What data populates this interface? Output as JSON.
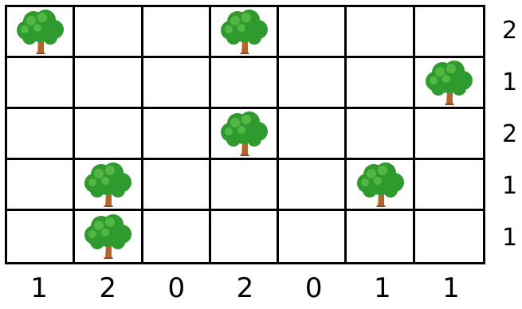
{
  "board": {
    "rows": 5,
    "cols": 7,
    "trees": [
      [
        0,
        0
      ],
      [
        0,
        3
      ],
      [
        1,
        6
      ],
      [
        2,
        3
      ],
      [
        3,
        1
      ],
      [
        3,
        5
      ],
      [
        4,
        1
      ]
    ]
  },
  "row_clues": [
    "2",
    "1",
    "2",
    "1",
    "1"
  ],
  "col_clues": [
    "1",
    "2",
    "0",
    "2",
    "0",
    "1",
    "1"
  ],
  "colors": {
    "grid": "#000000",
    "foliage": "#2f9a2e",
    "foliage_light": "#5fc24a",
    "trunk": "#b4642a"
  },
  "icons": {
    "tree": "tree-icon"
  }
}
